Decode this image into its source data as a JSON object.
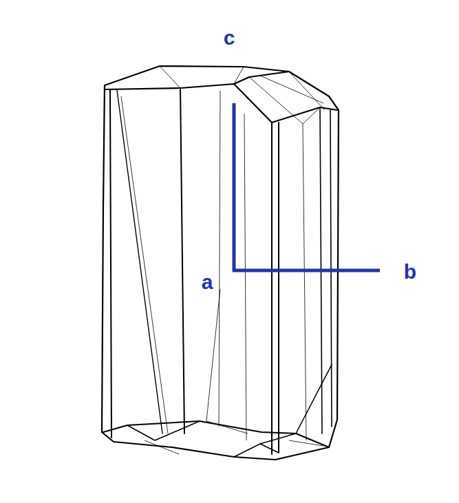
{
  "diagram": {
    "labels": [
      "c",
      "a",
      "b"
    ]
  }
}
